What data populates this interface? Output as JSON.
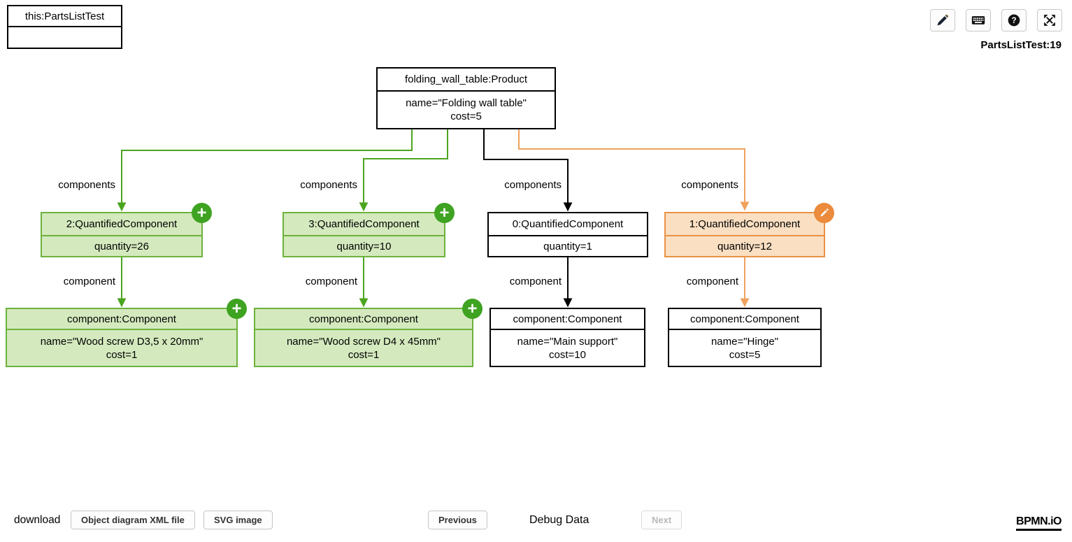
{
  "colors": {
    "green_edge": "#4aa51e",
    "green_border": "#6cb23c",
    "green_fill": "#d4eabe",
    "green_badge": "#3fa322",
    "orange_edge": "#efa25e",
    "orange_border": "#ea9145",
    "orange_fill": "#fadfc2",
    "orange_badge": "#eb8b3b",
    "black_edge": "#000000"
  },
  "header": {
    "instance_label": "PartsListTest:19"
  },
  "toolbar": {
    "edit_icon": "pencil-icon",
    "keyboard_icon": "keyboard-icon",
    "help_icon": "question-mark-icon",
    "fullscreen_icon": "expand-arrows-icon"
  },
  "labels": {
    "components": "components",
    "component": "component"
  },
  "badges": {
    "add_glyph": "+"
  },
  "nodes": [
    {
      "title": "this:PartsListTest",
      "attrs": []
    },
    {
      "title": "folding_wall_table:Product",
      "attrs": [
        "name=\"Folding wall table\"",
        "cost=5"
      ]
    },
    {
      "title": "2:QuantifiedComponent",
      "attrs": [
        "quantity=26"
      ]
    },
    {
      "title": "3:QuantifiedComponent",
      "attrs": [
        "quantity=10"
      ]
    },
    {
      "title": "0:QuantifiedComponent",
      "attrs": [
        "quantity=1"
      ]
    },
    {
      "title": "1:QuantifiedComponent",
      "attrs": [
        "quantity=12"
      ]
    },
    {
      "title": "component:Component",
      "attrs": [
        "name=\"Wood screw D3,5 x 20mm\"",
        "cost=1"
      ]
    },
    {
      "title": "component:Component",
      "attrs": [
        "name=\"Wood screw D4 x 45mm\"",
        "cost=1"
      ]
    },
    {
      "title": "component:Component",
      "attrs": [
        "name=\"Main support\"",
        "cost=10"
      ]
    },
    {
      "title": "component:Component",
      "attrs": [
        "name=\"Hinge\"",
        "cost=5"
      ]
    }
  ],
  "footer": {
    "download_label": "download",
    "xml_button": "Object diagram XML file",
    "svg_button": "SVG image",
    "previous_button": "Previous",
    "debug_label": "Debug Data",
    "next_button": "Next",
    "logo": "BPMN.iO"
  }
}
